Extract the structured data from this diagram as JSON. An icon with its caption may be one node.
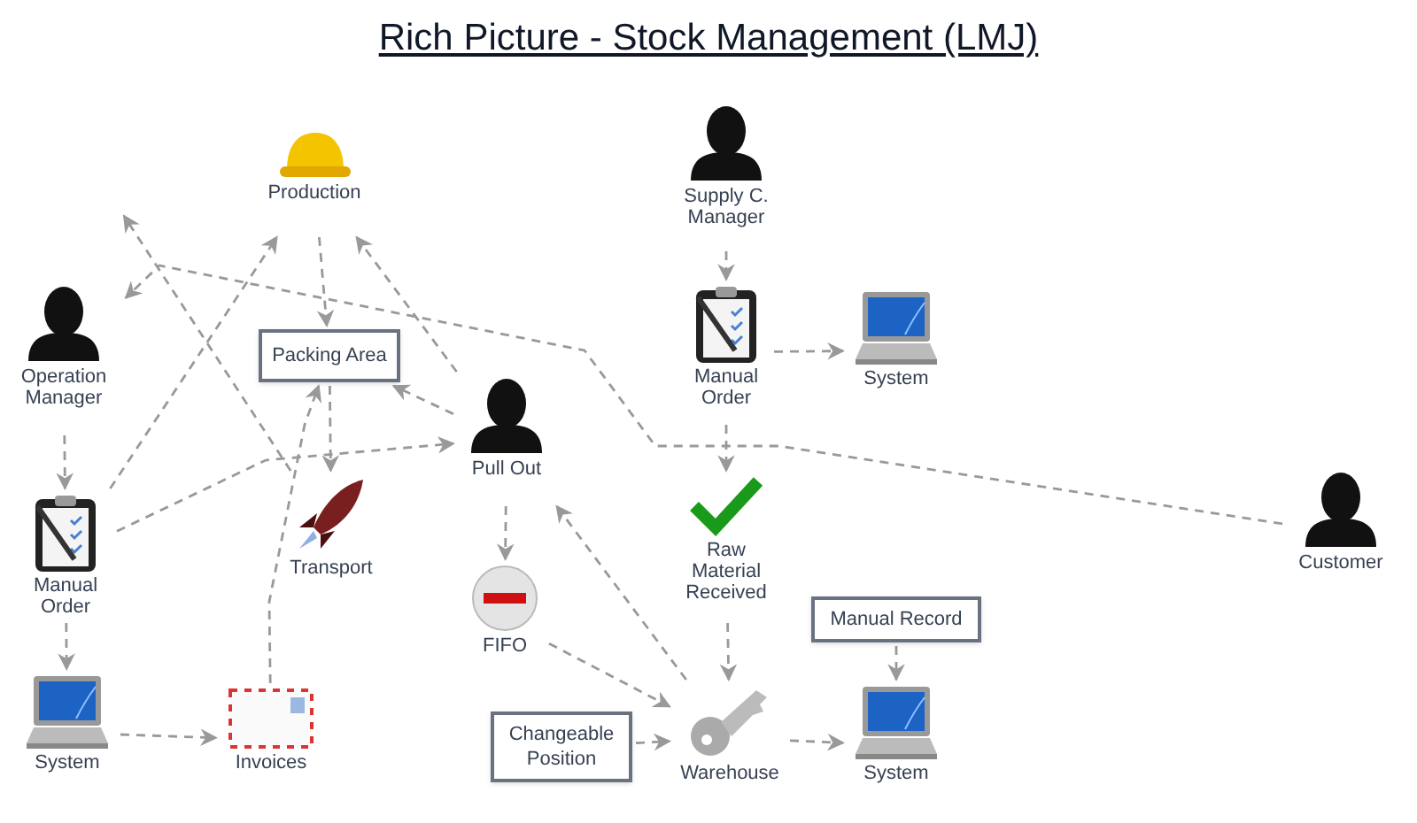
{
  "diagram": {
    "title": "Rich Picture - Stock Management (LMJ)",
    "nodes": [
      {
        "text": [
          "Production"
        ]
      },
      {
        "text": [
          "Supply C. Manager"
        ]
      },
      {
        "text": [
          "Operation Manager"
        ]
      },
      {
        "text": [
          "Packing Area"
        ]
      },
      {
        "text": [
          "Manual Order"
        ]
      },
      {
        "text": [
          "System"
        ]
      },
      {
        "text": [
          "Pull Out"
        ]
      },
      {
        "text": [
          "Manual Order"
        ]
      },
      {
        "text": [
          "Transport"
        ]
      },
      {
        "text": [
          "Raw Material Received"
        ]
      },
      {
        "text": [
          "Customer"
        ]
      },
      {
        "text": [
          "FIFO"
        ]
      },
      {
        "text": [
          "Manual Record"
        ]
      },
      {
        "text": [
          "System"
        ]
      },
      {
        "text": [
          "Invoices"
        ]
      },
      {
        "text": [
          "Changeable Position"
        ]
      },
      {
        "text": [
          "Warehouse"
        ]
      },
      {
        "text": [
          "System"
        ]
      }
    ],
    "edges": [
      {
        "from": 0,
        "to": 3,
        "arrow": "to"
      },
      {
        "from": 2,
        "to": 7,
        "arrow": "to"
      },
      {
        "from": 7,
        "to": 0,
        "arrow": "to"
      },
      {
        "from": 7,
        "to": 6,
        "arrow": "to"
      },
      {
        "from": 7,
        "to": 13,
        "arrow": "to"
      },
      {
        "from": 13,
        "to": 14,
        "arrow": "to"
      },
      {
        "from": 14,
        "to": 3,
        "arrow": "to"
      },
      {
        "from": 3,
        "to": 8,
        "arrow": "to"
      },
      {
        "from": 6,
        "to": 3,
        "arrow": "to"
      },
      {
        "from": 6,
        "to": 0,
        "arrow": "to"
      },
      {
        "from": 8,
        "to": null,
        "arrow": "to"
      },
      {
        "from": 10,
        "to": 2,
        "arrow": "to"
      },
      {
        "from": 1,
        "to": 4,
        "arrow": "to"
      },
      {
        "from": 4,
        "to": 5,
        "arrow": "to"
      },
      {
        "from": 4,
        "to": 9,
        "arrow": "to"
      },
      {
        "from": 9,
        "to": 16,
        "arrow": "to"
      },
      {
        "from": 6,
        "to": 11,
        "arrow": "to"
      },
      {
        "from": 11,
        "to": 16,
        "arrow": "to"
      },
      {
        "from": 16,
        "to": 6,
        "arrow": "to"
      },
      {
        "from": 12,
        "to": 17,
        "arrow": "to"
      },
      {
        "from": 15,
        "to": 16,
        "arrow": "to"
      },
      {
        "from": 16,
        "to": 17,
        "arrow": "to"
      }
    ]
  }
}
